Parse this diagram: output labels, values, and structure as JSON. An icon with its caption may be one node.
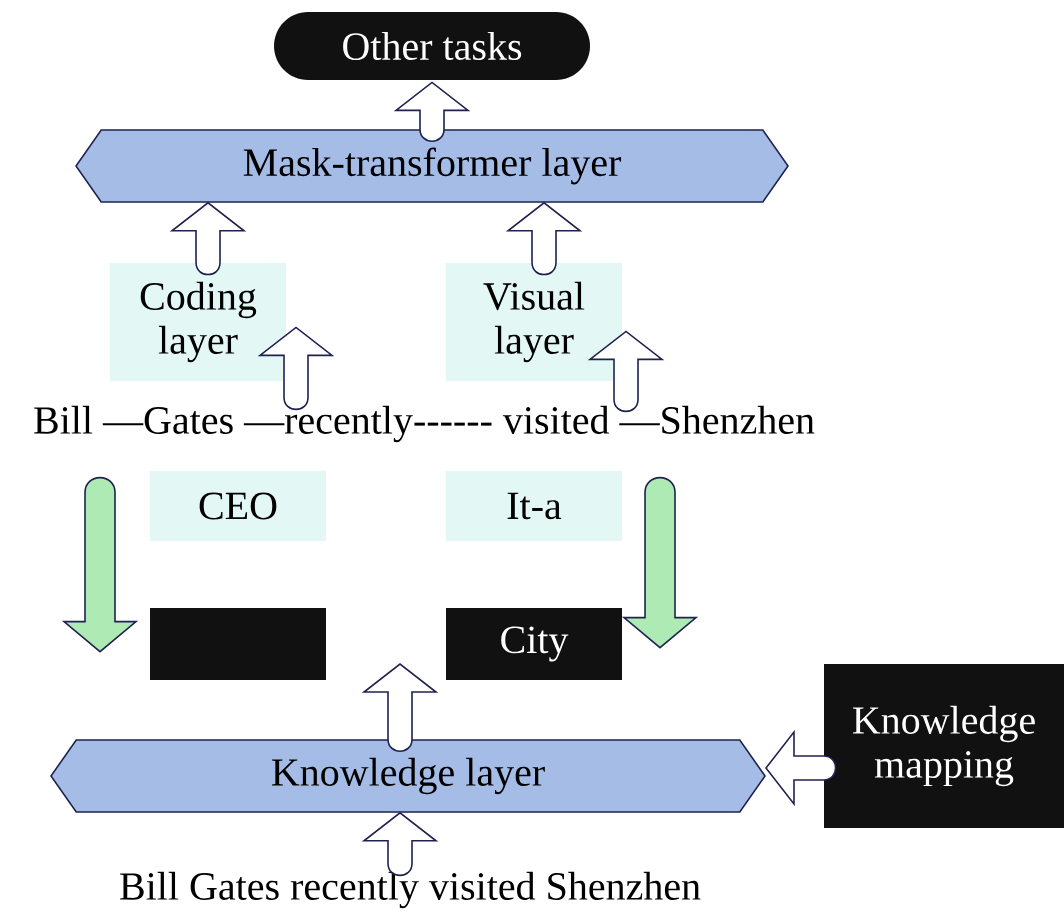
{
  "diagram": {
    "nodes": [
      {
        "text": [
          "Other tasks"
        ]
      },
      {
        "text": [
          "Mask-transformer layer"
        ]
      },
      {
        "text": [
          "Coding layer"
        ]
      },
      {
        "text": [
          "Visual layer"
        ]
      },
      {
        "text": [
          "Bill —Gates —recently------ visited —Shenzhen"
        ]
      },
      {
        "text": [
          "CEO"
        ]
      },
      {
        "text": [
          "It-a"
        ]
      },
      {
        "text": [],
        "shape": "box"
      },
      {
        "text": [
          "City"
        ]
      },
      {
        "text": [
          "Knowledge layer"
        ]
      },
      {
        "text": [
          "Knowledge mapping"
        ]
      },
      {
        "text": [
          "Bill Gates recently visited Shenzhen"
        ]
      }
    ],
    "edges": [
      {
        "from": 1,
        "to": 0,
        "arrow": "to"
      },
      {
        "from": 2,
        "to": 1,
        "arrow": "to"
      },
      {
        "from": 3,
        "to": 1,
        "arrow": "to"
      },
      {
        "from": 4,
        "to": 2,
        "arrow": "to"
      },
      {
        "from": 4,
        "to": 3,
        "arrow": "to"
      },
      {
        "from": 4,
        "to": 7,
        "arrow": "to",
        "color": "#aeeab4"
      },
      {
        "from": 4,
        "to": 8,
        "arrow": "to",
        "color": "#aeeab4"
      },
      {
        "from": 9,
        "to": null,
        "arrow": "to"
      },
      {
        "from": 11,
        "to": 9,
        "arrow": "to"
      },
      {
        "from": 10,
        "to": 9,
        "arrow": "to"
      }
    ]
  }
}
